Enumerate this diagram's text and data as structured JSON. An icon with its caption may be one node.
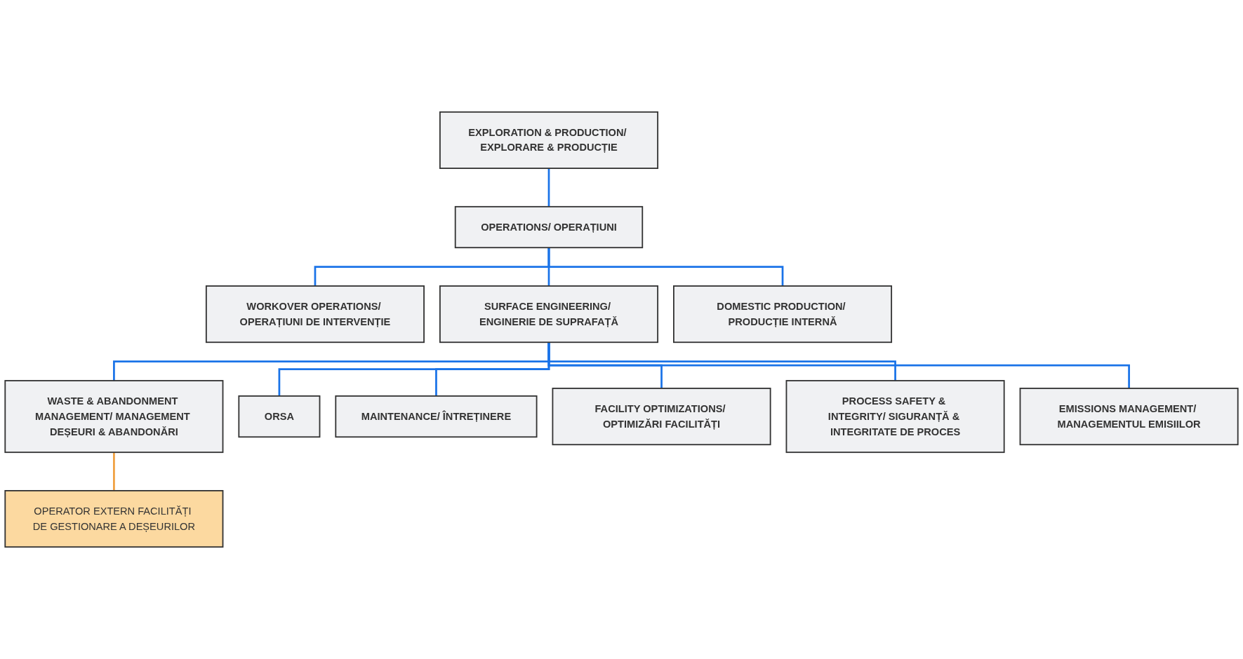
{
  "diagram": {
    "nodes": [
      {
        "text": [
          "EXPLORATION & PRODUCTION/ EXPLORARE & PRODUCȚIE"
        ]
      },
      {
        "text": [
          "OPERATIONS/ OPERAȚIUNI"
        ]
      },
      {
        "text": [
          "WORKOVER OPERATIONS/ OPERAȚIUNI DE INTERVENȚIE"
        ]
      },
      {
        "text": [
          "SURFACE ENGINEERING/ ENGINERIE DE SUPRAFAȚĂ"
        ]
      },
      {
        "text": [
          "DOMESTIC PRODUCTION/ PRODUCȚIE INTERNĂ"
        ]
      },
      {
        "text": [
          "WASTE & ABANDONMENT MANAGEMENT/ MANAGEMENT DEȘEURI & ABANDONĂRI"
        ]
      },
      {
        "text": [
          "ORSA"
        ]
      },
      {
        "text": [
          "MAINTENANCE/ ÎNTREȚINERE"
        ]
      },
      {
        "text": [
          "FACILITY OPTIMIZATIONS/ OPTIMIZĂRI FACILITĂȚI"
        ]
      },
      {
        "text": [
          "OPERATOR EXTERN FACILITĂȚI DE GESTIONARE A DEȘEURILOR"
        ]
      },
      {
        "text": [
          "PROCESS SAFETY & INTEGRITY/ SIGURANȚĂ & INTEGRITATE DE PROCES"
        ]
      },
      {
        "text": [
          "EMISSIONS MANAGEMENT/ MANAGEMENTUL EMISIILOR"
        ]
      }
    ],
    "edges": [
      {
        "from": 0,
        "to": 1,
        "arrow": "none"
      },
      {
        "from": 1,
        "to": 2,
        "arrow": "none"
      },
      {
        "from": 1,
        "to": 3,
        "arrow": "none"
      },
      {
        "from": 1,
        "to": 4,
        "arrow": "none"
      },
      {
        "from": 3,
        "to": 5,
        "arrow": "none"
      },
      {
        "from": 3,
        "to": 6,
        "arrow": "none"
      },
      {
        "from": 3,
        "to": 7,
        "arrow": "none"
      },
      {
        "from": 3,
        "to": 8,
        "arrow": "none"
      },
      {
        "from": 5,
        "to": 9,
        "arrow": "none",
        "color": "#f0a040"
      },
      {
        "from": 3,
        "to": 10,
        "arrow": "none"
      },
      {
        "from": 3,
        "to": 11,
        "arrow": "none"
      }
    ]
  }
}
